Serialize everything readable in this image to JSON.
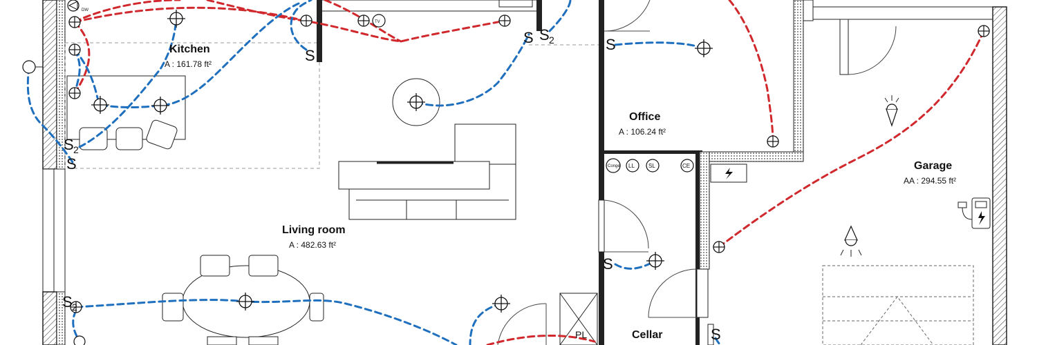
{
  "rooms": {
    "kitchen": {
      "name": "Kitchen",
      "area": "A : 161.78 ft²"
    },
    "living": {
      "name": "Living room",
      "area": "A : 482.63 ft²"
    },
    "office": {
      "name": "Office",
      "area": "A : 106.24 ft²"
    },
    "garage": {
      "name": "Garage",
      "area": "AA : 294.55 ft²"
    },
    "cellar": {
      "name": "Cellar"
    }
  },
  "switches": {
    "single": "S",
    "double": "S",
    "double_sub": "2"
  },
  "appliance_labels": {
    "dw": "DW",
    "tv": "TV",
    "congel": "Congel",
    "ll": "LL",
    "sl": "SL",
    "ce": "CE"
  },
  "colors": {
    "red_circuit": "#d0282c",
    "blue_circuit": "#1f6fbf",
    "walls": "#222222"
  },
  "icons": [
    "light-fixture-icon",
    "outlet-icon",
    "electrical-panel-icon",
    "ev-charger-icon",
    "pendant-lamp-icon"
  ]
}
